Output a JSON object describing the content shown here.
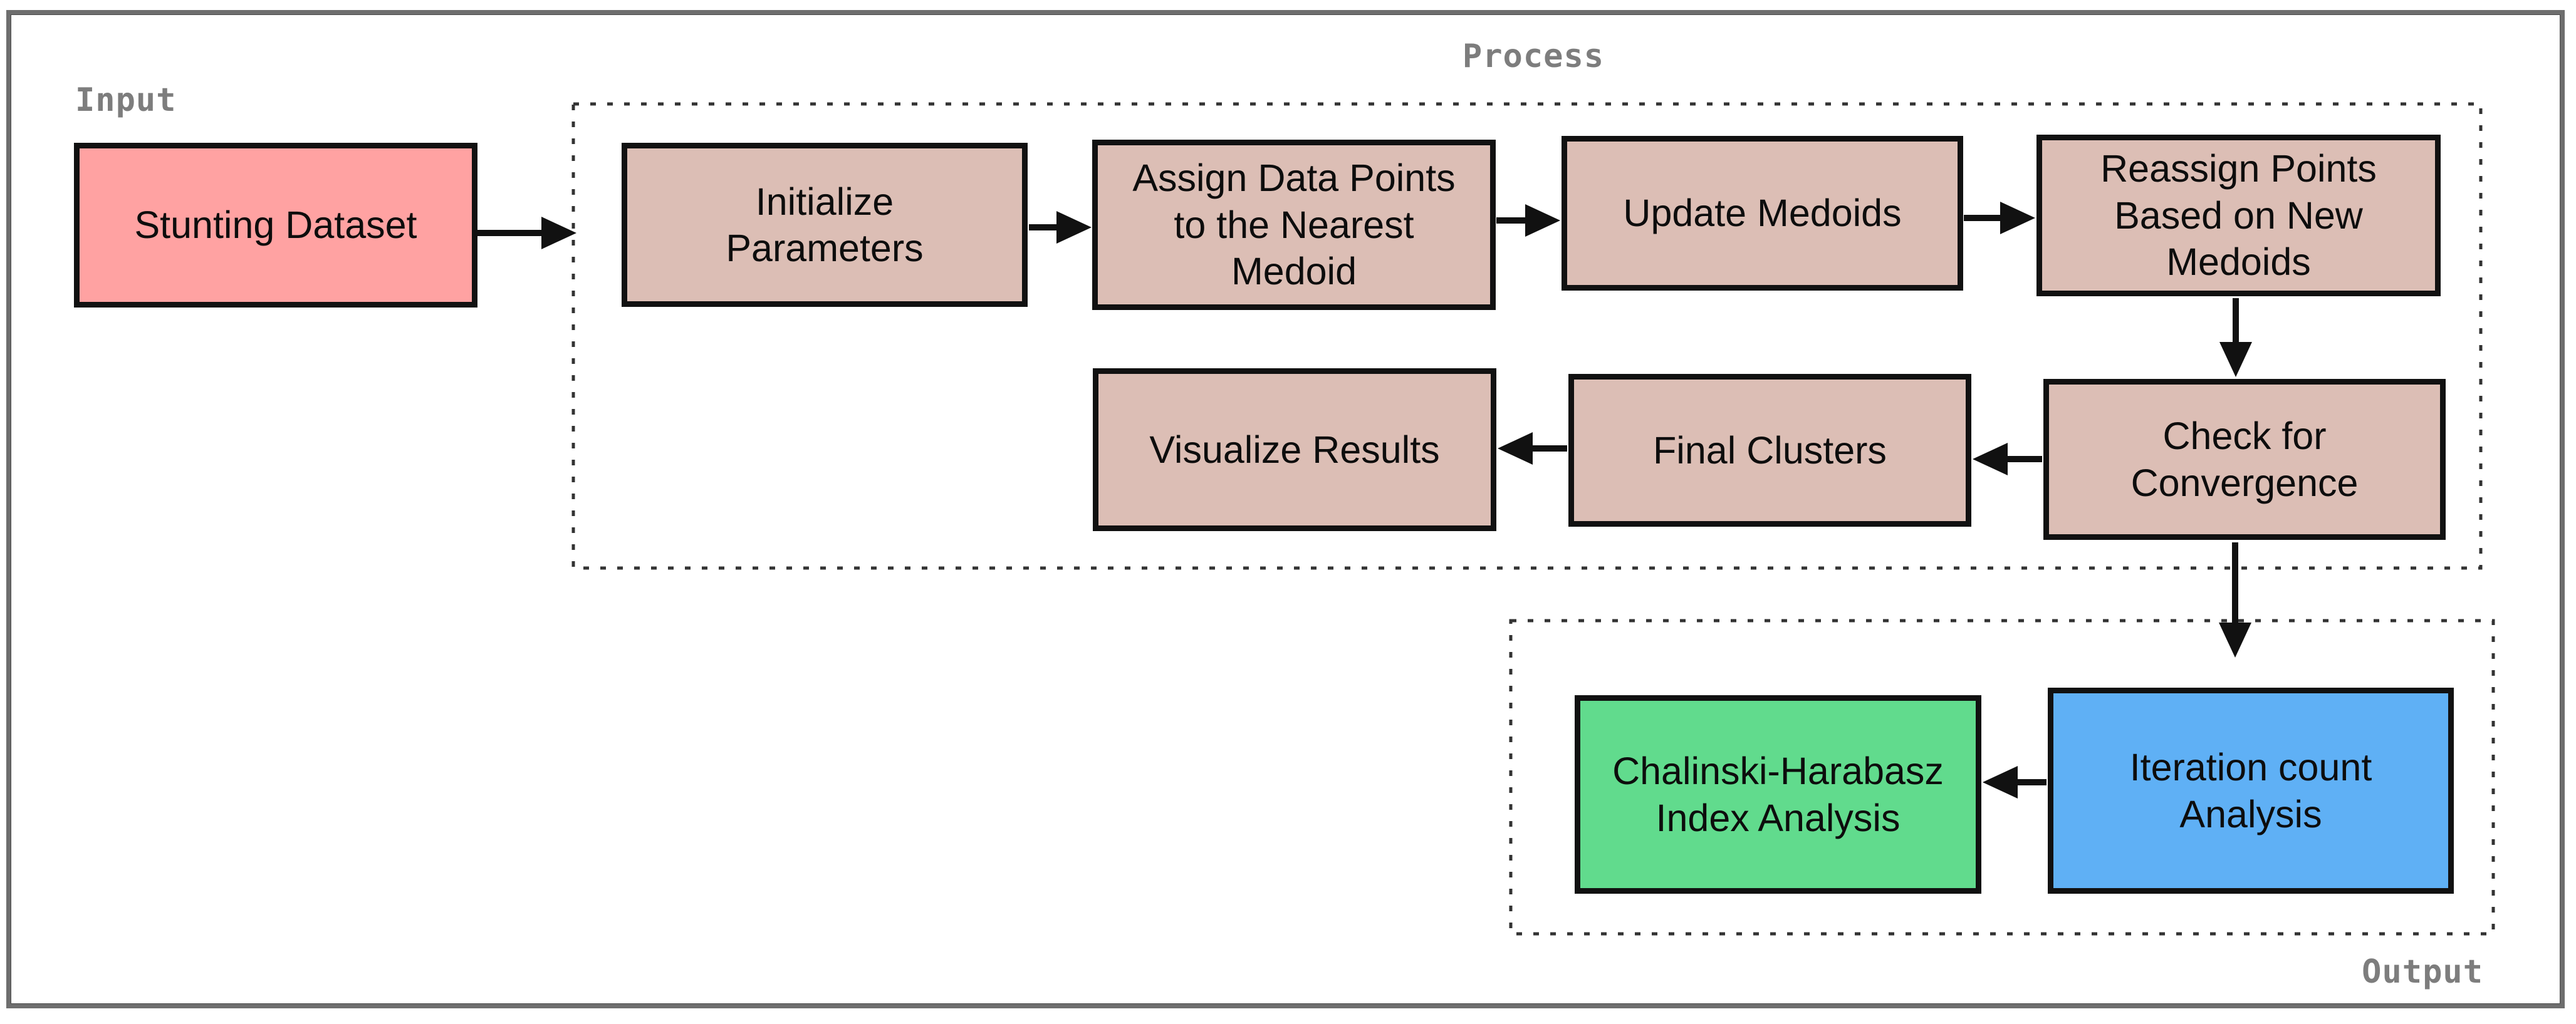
{
  "labels": {
    "input": "Input",
    "process": "Process",
    "output": "Output"
  },
  "nodes": {
    "stunting_dataset": {
      "label": "Stunting Dataset",
      "fill": "#ffa2a2"
    },
    "initialize_parameters": {
      "label": "Initialize\nParameters",
      "fill": "#dcbeb5"
    },
    "assign_data_points": {
      "label": "Assign Data Points\nto the Nearest\nMedoid",
      "fill": "#dcbeb5"
    },
    "update_medoids": {
      "label": "Update Medoids",
      "fill": "#dcbeb5"
    },
    "reassign_points": {
      "label": "Reassign Points\nBased on New\nMedoids",
      "fill": "#dcbeb5"
    },
    "check_convergence": {
      "label": "Check for\nConvergence",
      "fill": "#dcbeb5"
    },
    "final_clusters": {
      "label": "Final Clusters",
      "fill": "#dcbeb5"
    },
    "visualize_results": {
      "label": "Visualize Results",
      "fill": "#dcbeb5"
    },
    "chalinski_harabasz": {
      "label": "Chalinski-Harabasz\nIndex Analysis",
      "fill": "#61db8d"
    },
    "iteration_count": {
      "label": "Iteration count\nAnalysis",
      "fill": "#5fb0f5"
    }
  },
  "colors": {
    "process_node": "#dcbeb5",
    "input_node": "#ffa2a2",
    "output_green_node": "#61db8d",
    "output_blue_node": "#5fb0f5",
    "group_label_gray": "#7d7d7d",
    "group_dash": "#333333",
    "node_border": "#111111",
    "arrow": "#111111",
    "outer_frame": "#6e6e6e"
  }
}
